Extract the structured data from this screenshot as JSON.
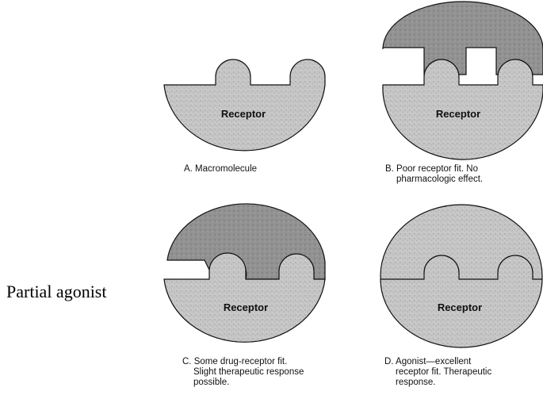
{
  "side_label": "Partial agonist",
  "receptor_label": "Receptor",
  "panels": [
    {
      "id": "A",
      "caption": [
        "A. Macromolecule"
      ]
    },
    {
      "id": "B",
      "caption": [
        "B. Poor receptor fit. No",
        "pharmacologic effect."
      ]
    },
    {
      "id": "C",
      "caption": [
        "C. Some drug-receptor fit.",
        "Slight therapeutic response",
        "possible."
      ]
    },
    {
      "id": "D",
      "caption": [
        "D. Agonist—excellent",
        "receptor fit. Therapeutic",
        "response."
      ]
    }
  ],
  "colors": {
    "receptor_fill": "#c4c4c4",
    "drug_fill": "#8f8f8f",
    "stroke": "#111111"
  }
}
